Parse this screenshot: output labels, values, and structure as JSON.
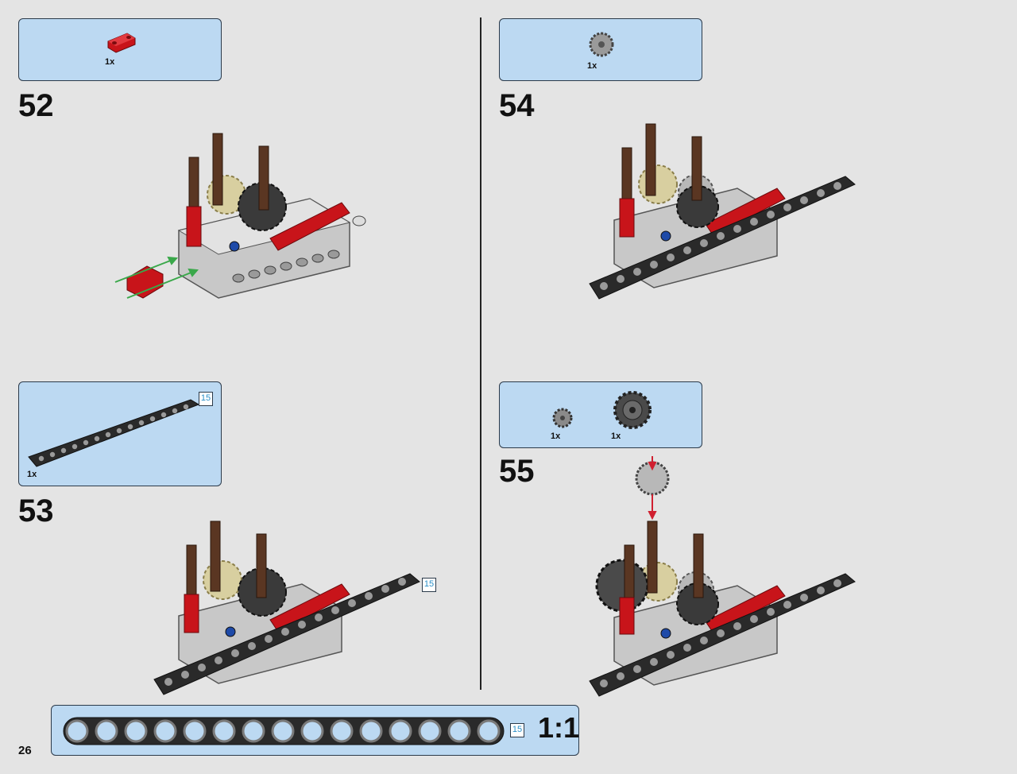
{
  "page_number": "26",
  "scale_label": "1:1",
  "steps": [
    {
      "number": "52",
      "parts": [
        {
          "qty": "1x",
          "part": "red-connector"
        }
      ]
    },
    {
      "number": "53",
      "parts": [
        {
          "qty": "1x",
          "part": "black-beam",
          "length_badge": "15"
        }
      ],
      "assembly_badge": "15"
    },
    {
      "number": "54",
      "parts": [
        {
          "qty": "1x",
          "part": "gray-gear-small"
        }
      ]
    },
    {
      "number": "55",
      "parts": [
        {
          "qty": "1x",
          "part": "gray-gear-tiny"
        },
        {
          "qty": "1x",
          "part": "dark-gear-large"
        }
      ]
    }
  ],
  "ruler": {
    "length_badge": "15",
    "holes": 15
  },
  "colors": {
    "parts_box": "#bcd9f2",
    "beam_black": "#2a2a2a",
    "frame_gray": "#c8c8c8",
    "axle_brown": "#5a3622",
    "red": "#c8141a",
    "tan": "#d8cfa0",
    "arrow_green": "#3aa84a",
    "arrow_red": "#d02030",
    "badge_text": "#2a8fc8"
  }
}
